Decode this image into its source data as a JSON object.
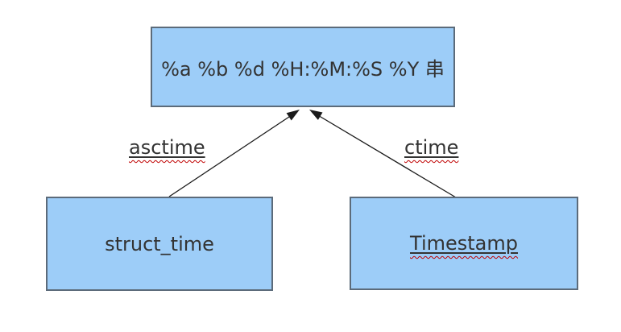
{
  "diagram": {
    "nodes": [
      {
        "id": "format-string",
        "label": "%a %b %d %H:%M:%S %Y 串"
      },
      {
        "id": "struct-time",
        "label": "struct_time"
      },
      {
        "id": "timestamp",
        "label": "Timestamp"
      }
    ],
    "edges": [
      {
        "label": "asctime",
        "from": "struct_time",
        "to": "%a %b %d %H:%M:%S %Y 串"
      },
      {
        "label": "ctime",
        "from": "Timestamp",
        "to": "%a %b %d %H:%M:%S %Y 串"
      }
    ],
    "colors": {
      "node_fill": "#9dcdf8",
      "node_border": "#5c6b7a",
      "text": "#333333",
      "arrow": "#1a1a1a",
      "spellcheck": "#c00000",
      "background": "#ffffff"
    }
  }
}
